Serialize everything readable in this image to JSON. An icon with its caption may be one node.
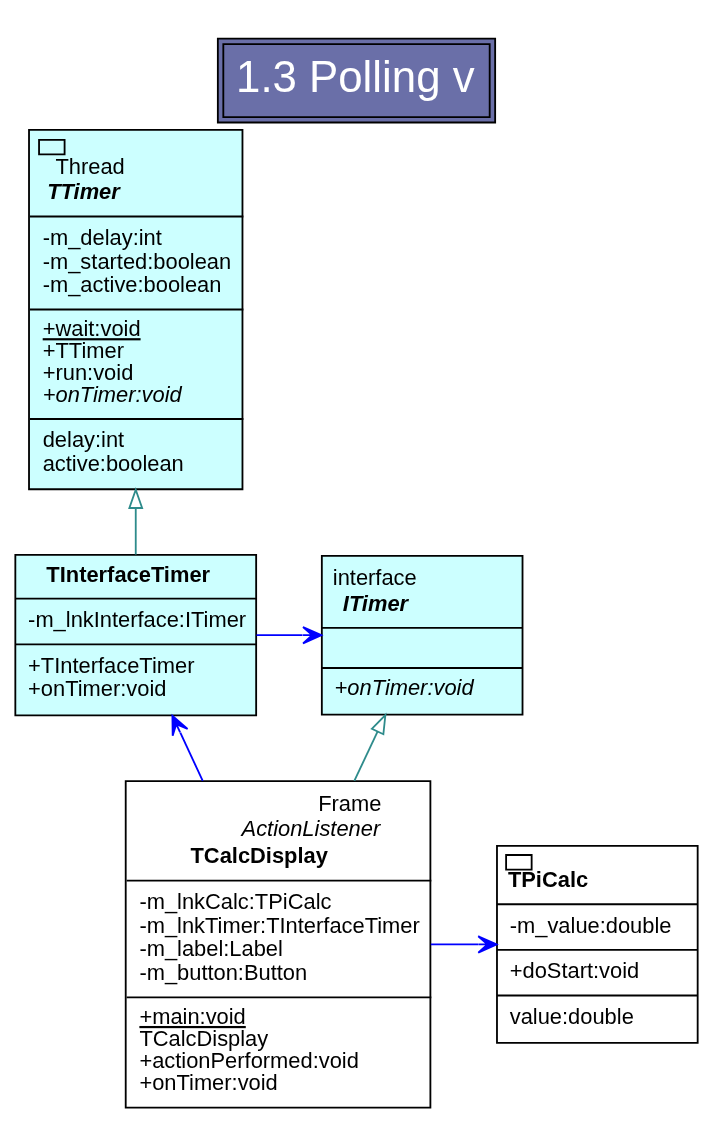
{
  "diagram": {
    "title": "1.3 Polling v",
    "nodes": [
      {
        "text": [
          "Thread",
          "TTimer",
          "-m_delay:int",
          "-m_started:boolean",
          "-m_active:boolean",
          "+wait:void",
          "+TTimer",
          "+run:void",
          "+onTimer:void",
          "delay:int",
          "active:boolean"
        ]
      },
      {
        "text": [
          "TInterfaceTimer",
          "-m_lnkInterface:ITimer",
          "+TInterfaceTimer",
          "+onTimer:void"
        ]
      },
      {
        "text": [
          "interface",
          "ITimer",
          "+onTimer:void"
        ]
      },
      {
        "text": [
          "Frame",
          "ActionListener",
          "TCalcDisplay",
          "-m_lnkCalc:TPiCalc",
          "-m_lnkTimer:TInterfaceTimer",
          "-m_label:Label",
          "-m_button:Button",
          "+main:void",
          "TCalcDisplay",
          "+actionPerformed:void",
          "+onTimer:void"
        ]
      },
      {
        "text": [
          "TPiCalc",
          "-m_value:double",
          "+doStart:void",
          "value:double"
        ]
      }
    ],
    "edges": [
      {
        "from": 1,
        "to": 0,
        "arrow": "to",
        "color": "#2e8b8b"
      },
      {
        "from": 1,
        "to": 2,
        "arrow": "to"
      },
      {
        "from": 3,
        "to": 1,
        "arrow": "to"
      },
      {
        "from": 3,
        "to": 2,
        "arrow": "to",
        "color": "#2e8b8b"
      },
      {
        "from": 3,
        "to": 4,
        "arrow": "to"
      }
    ]
  }
}
